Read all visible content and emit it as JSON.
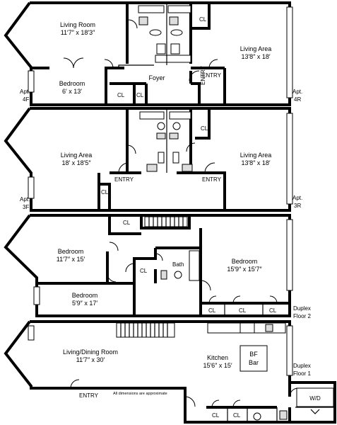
{
  "floors": [
    {
      "rooms": [
        {
          "name": "Living Room",
          "dims": "11′7″ x 18′3″"
        },
        {
          "name": "Bedroom",
          "dims": "6′ x 13′"
        },
        {
          "name": "Living Area",
          "dims": "13′8″ x 18′"
        }
      ],
      "labels": {
        "foyer": "Foyer",
        "entry_left": "ENTRY",
        "entry_right": "ENTRY",
        "closet": "CL"
      },
      "apt_left": [
        "Apt.",
        "4F"
      ],
      "apt_right": [
        "Apt.",
        "4R"
      ]
    },
    {
      "rooms": [
        {
          "name": "Living Area",
          "dims": "18′ x 18′5″"
        },
        {
          "name": "Living Area",
          "dims": "13′8″ x 18′"
        }
      ],
      "labels": {
        "entry_left": "ENTRY",
        "entry_right": "ENTRY",
        "closet": "CL"
      },
      "apt_left": [
        "Apt.",
        "3F"
      ],
      "apt_right": [
        "Apt.",
        "3R"
      ]
    },
    {
      "rooms": [
        {
          "name": "Bedroom",
          "dims": "11′7″ x 15′"
        },
        {
          "name": "Bedroom",
          "dims": "5′9″ x 17′"
        },
        {
          "name": "Bedroom",
          "dims": "15′9″ x 15′7″"
        }
      ],
      "labels": {
        "bath": "Bath",
        "closet": "CL"
      },
      "floor_label": [
        "Duplex",
        "Floor 2"
      ]
    },
    {
      "rooms": [
        {
          "name": "Living/Dining Room",
          "dims": "11′7″ x 30′"
        },
        {
          "name": "Kitchen",
          "dims": "15′6″ x 15′"
        }
      ],
      "labels": {
        "entry": "ENTRY",
        "bar": [
          "BF",
          "Bar"
        ],
        "wd": "W/D",
        "closet": "CL"
      },
      "floor_label": [
        "Duplex",
        "Floor 1"
      ],
      "note": "All dimensions are approximate"
    }
  ]
}
